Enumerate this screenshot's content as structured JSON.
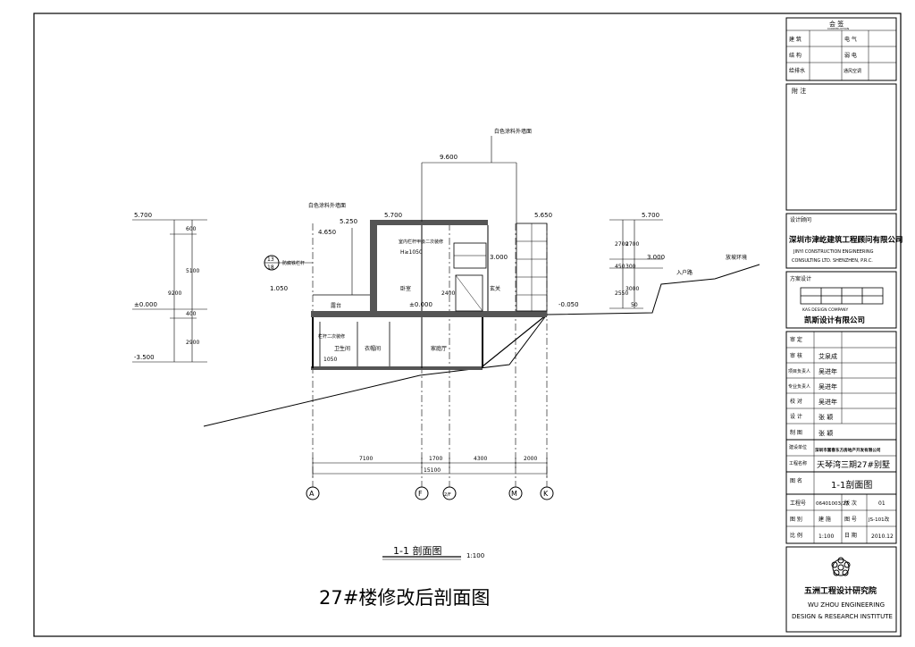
{
  "drawing": {
    "big_title": "27#楼修改后剖面图",
    "view_title": "1-1 剖面图",
    "view_scale": "1:100",
    "callout_top": "白色涂料外墙面",
    "callout_mid": "白色涂料外墙面",
    "top_span": "9.600",
    "grid_axes": [
      "A",
      "F",
      "2/F",
      "M",
      "K"
    ],
    "bottom_dims": [
      "7100",
      "1700",
      "4300",
      "2000"
    ],
    "total_dim": "15100",
    "left_levels": [
      "5.700",
      "±0.000",
      "-3.500"
    ],
    "left_dims": [
      "600",
      "5100",
      "9200",
      "400",
      "2900"
    ],
    "right_levels": [
      "5.700",
      "3.000",
      "-0.050"
    ],
    "right_dims": [
      "2700",
      "2700",
      "3000",
      "2550",
      "450",
      "300",
      "50"
    ],
    "elev_labels": {
      "e4650": "4.650",
      "e5250": "5.250",
      "e5700": "5.700",
      "e5650": "5.650",
      "e3000": "3.000",
      "e1050": "1.050",
      "e0000": "±0.000"
    },
    "rooms": {
      "terrace": "露台",
      "bedroom": "卧室",
      "lobby": "玄关",
      "bath": "卫生间",
      "closet": "衣帽间",
      "family": "家庭厅"
    },
    "notes": {
      "railing": "防腐铁栏杆",
      "railing2": "栏杆二次装修",
      "window": "室内栏杆甲级二次装修",
      "h1050": "H≥1050",
      "entrance_road": "入户路",
      "slope": "放坡环境",
      "dim2400": "2400",
      "dim1050": "1050",
      "detail_top": "13",
      "detail_bottom": "18"
    }
  },
  "title_block": {
    "countersign": "会 签",
    "countersign_en": "CONSTRUCTION",
    "sign_rows": [
      {
        "l": "建 筑",
        "r": "电 气"
      },
      {
        "l": "结 构",
        "r": "弱 电"
      },
      {
        "l": "给排水",
        "r": "通风空调"
      }
    ],
    "notes_label": "附 注",
    "design_consultant_label": "设计顾问",
    "consultant_cn": "深圳市津屹建筑工程顾问有限公司",
    "consultant_en1": "JINYI CONSTRUCTION ENGINEERING",
    "consultant_en2": "CONSULTING LTD. SHENZHEN, P.R.C.",
    "scheme_label": "方案设计",
    "kas_en": "KAS DESIGN COMPANY",
    "kas_cn": "凯斯设计有限公司",
    "staff": [
      {
        "role": "审 定",
        "name": ""
      },
      {
        "role": "审 核",
        "name": "艾泉成"
      },
      {
        "role": "项目负责人",
        "name": "吴进年"
      },
      {
        "role": "专业负责人",
        "name": "吴进年"
      },
      {
        "role": "校 对",
        "name": "吴进年"
      },
      {
        "role": "设 计",
        "name": "张 颖"
      },
      {
        "role": "制 图",
        "name": "张 颖"
      }
    ],
    "client_label": "建设单位",
    "client": "深圳市富春东方房地产开发有限公司",
    "project_label": "工程名称",
    "project": "天琴湾三期27#别墅",
    "drawing_name_label": "图 名",
    "drawing_name": "1-1剖面图",
    "job_no_label": "工程号",
    "job_no": "06401003/27",
    "edition_label": "版 次",
    "edition": "01",
    "category_label": "图 别",
    "category": "建 施",
    "sheet_no_label": "图 号",
    "sheet_no": "JS-101改",
    "scale_label": "比 例",
    "scale": "1:100",
    "date_label": "日 期",
    "date": "2010.12",
    "institute_cn": "五洲工程设计研究院",
    "institute_en1": "WU ZHOU ENGINEERING",
    "institute_en2": "DESIGN & RESEARCH INSTITUTE"
  }
}
